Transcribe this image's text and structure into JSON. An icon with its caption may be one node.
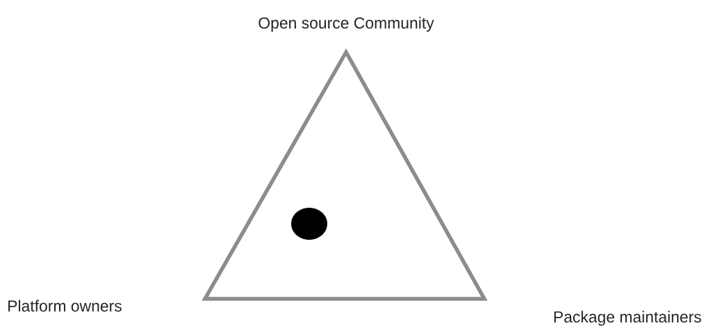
{
  "diagram": {
    "nodes": [
      {
        "text": [],
        "shape": "triangle"
      },
      {
        "text": [],
        "shape": "circle",
        "in": 0
      }
    ],
    "labels": [
      "Open source Community",
      "Platform owners",
      "Package maintainers"
    ]
  }
}
